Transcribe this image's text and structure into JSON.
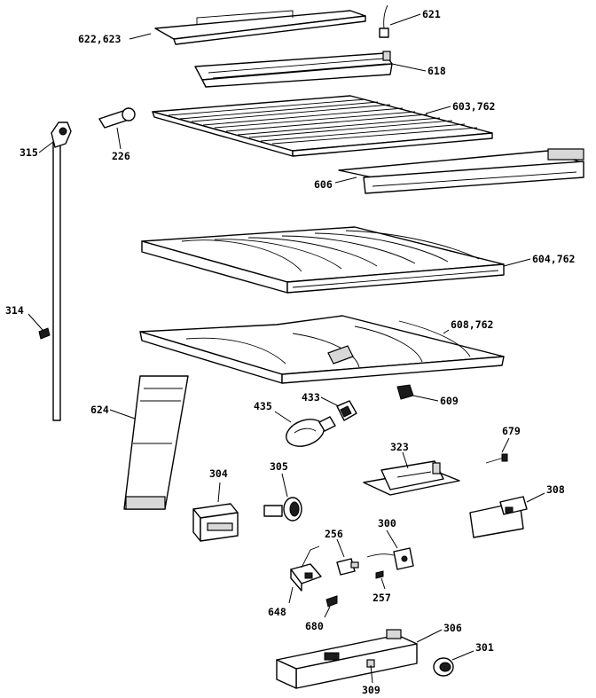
{
  "diagram": {
    "labels": {
      "p621": "621",
      "p622": "622,623",
      "p618": "618",
      "p603": "603,762",
      "p315": "315",
      "p226": "226",
      "p606": "606",
      "p604": "604,762",
      "p314": "314",
      "p608": "608,762",
      "p624": "624",
      "p433": "433",
      "p609": "609",
      "p435": "435",
      "p679": "679",
      "p323": "323",
      "p304": "304",
      "p305": "305",
      "p308": "308",
      "p256": "256",
      "p300": "300",
      "p648": "648",
      "p257": "257",
      "p680": "680",
      "p306": "306",
      "p301": "301",
      "p309": "309"
    }
  }
}
